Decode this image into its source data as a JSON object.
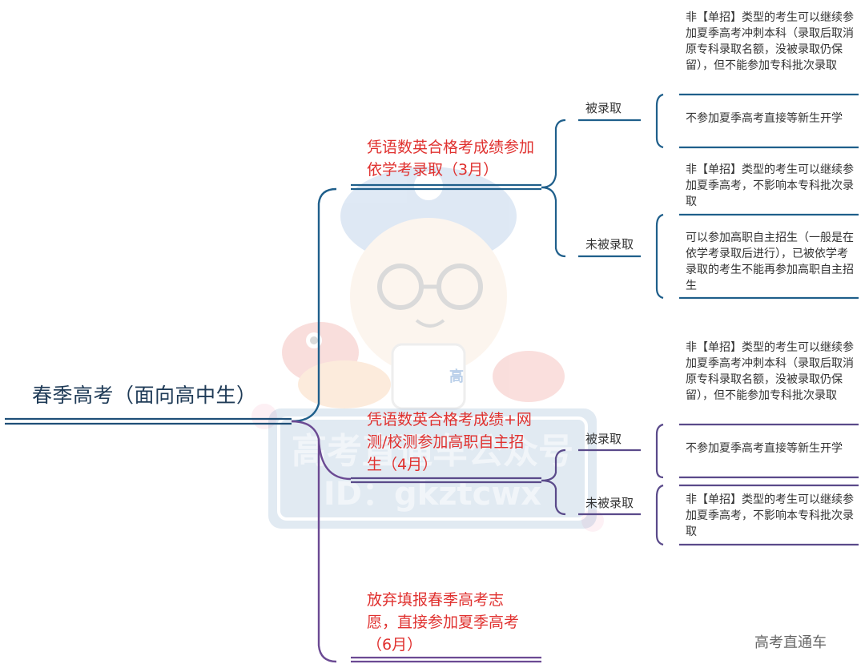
{
  "root": {
    "label": "春季高考（面向高中生）"
  },
  "branches": [
    {
      "label": "凭语数英合格考成绩参加依学考录取（3月）",
      "admitted_label": "被录取",
      "not_admitted_label": "未被录取",
      "admitted_leaves": [
        "非【单招】类型的考生可以继续参加夏季高考冲刺本科（录取后取消原专科录取名额，没被录取仍保留），但不能参加专科批次录取",
        "不参加夏季高考直接等新生开学"
      ],
      "not_admitted_leaves": [
        "非【单招】类型的考生可以继续参加夏季高考，不影响本专科批次录取",
        "可以参加高职自主招生（一般是在依学考录取后进行），已被依学考录取的考生不能再参加高职自主招生"
      ]
    },
    {
      "label": "凭语数英合格考成绩+网测/校测参加高职自主招生（4月）",
      "admitted_label": "被录取",
      "not_admitted_label": "未被录取",
      "admitted_leaves": [
        "非【单招】类型的考生可以继续参加夏季高考冲刺本科（录取后取消原专科录取名额，没被录取仍保留），但不能参加专科批次录取",
        "不参加夏季高考直接等新生开学"
      ],
      "not_admitted_leaves": [
        "非【单招】类型的考生可以继续参加夏季高考，不影响本专科批次录取"
      ]
    },
    {
      "label": "放弃填报春季高考志愿，直接参加夏季高考（6月）"
    }
  ],
  "watermark": {
    "title": "高考直通车公众号",
    "id": "ID：gkztcwx",
    "badge": "高"
  },
  "footer": "高考直通车",
  "colors": {
    "blue": "#1f5f8b",
    "purple": "#6b4a93",
    "branch_text": "#e0312f",
    "sub_line_blue": "#2a5d86",
    "sub_line_purple": "#5a4a8a"
  }
}
